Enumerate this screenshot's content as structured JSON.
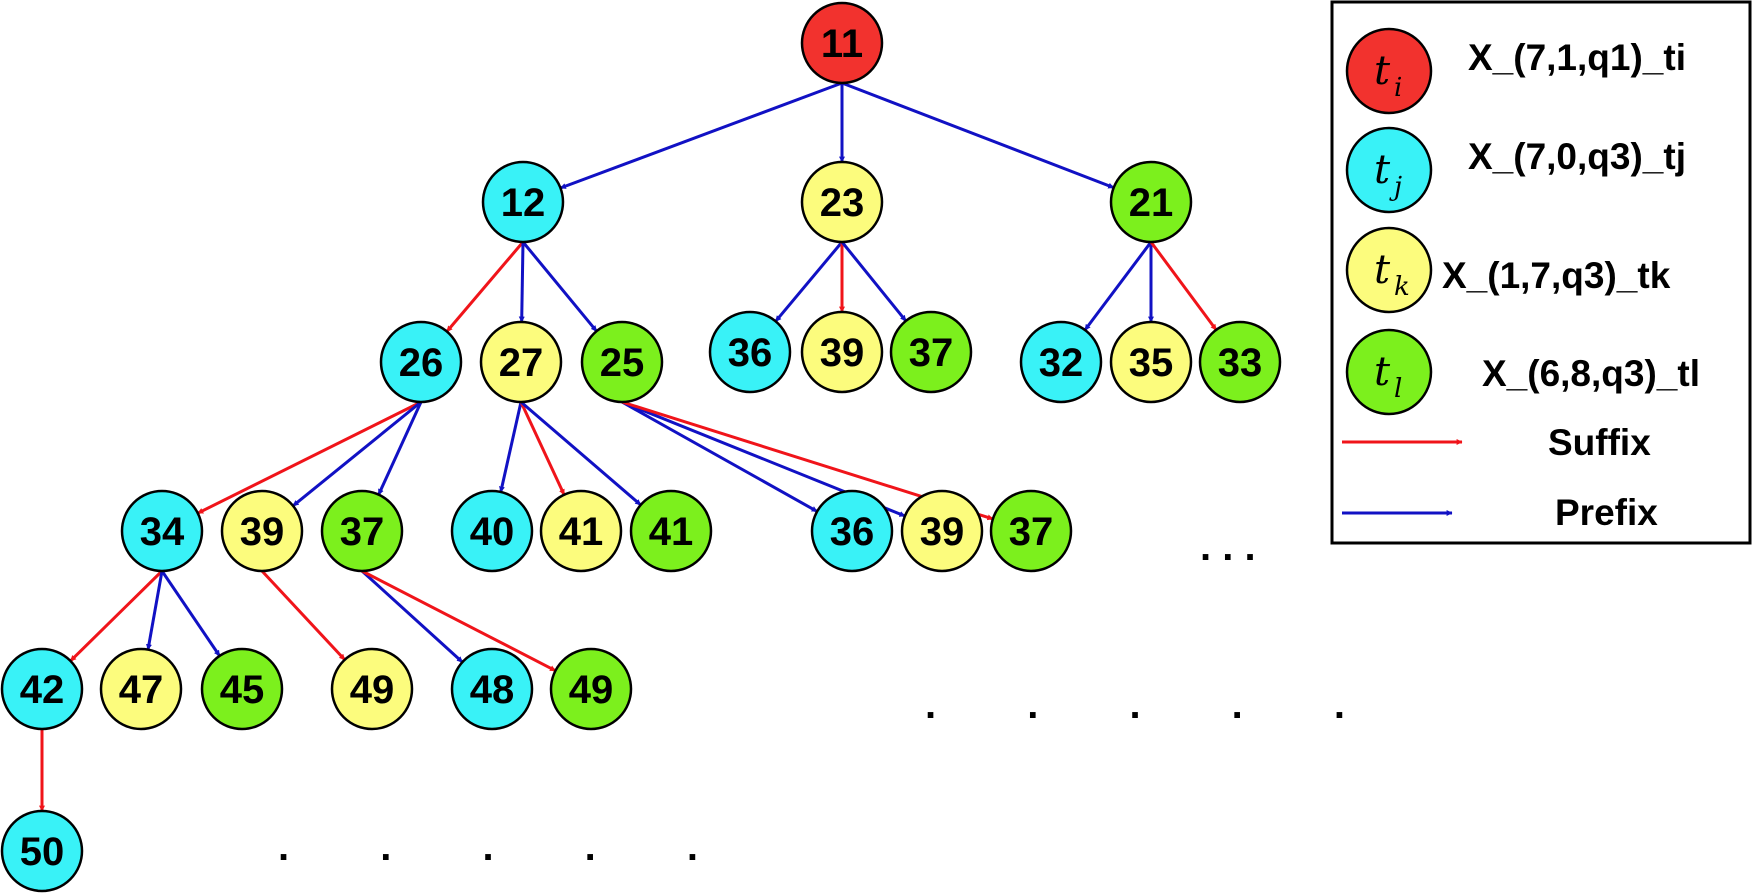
{
  "colors": {
    "ti": "#f2322e",
    "tj": "#39f2f7",
    "tk": "#fcfc7d",
    "tl": "#7cf01d",
    "suffix": "#f0141a",
    "prefix": "#1111c4",
    "stroke": "#000000"
  },
  "nodes": [
    {
      "id": "n11",
      "label": "11",
      "type": "ti"
    },
    {
      "id": "n12",
      "label": "12",
      "type": "tj"
    },
    {
      "id": "n23",
      "label": "23",
      "type": "tk"
    },
    {
      "id": "n21",
      "label": "21",
      "type": "tl"
    },
    {
      "id": "n26",
      "label": "26",
      "type": "tj"
    },
    {
      "id": "n27",
      "label": "27",
      "type": "tk"
    },
    {
      "id": "n25",
      "label": "25",
      "type": "tl"
    },
    {
      "id": "n36a",
      "label": "36",
      "type": "tj"
    },
    {
      "id": "n39a",
      "label": "39",
      "type": "tk"
    },
    {
      "id": "n37a",
      "label": "37",
      "type": "tl"
    },
    {
      "id": "n32",
      "label": "32",
      "type": "tj"
    },
    {
      "id": "n35",
      "label": "35",
      "type": "tk"
    },
    {
      "id": "n33",
      "label": "33",
      "type": "tl"
    },
    {
      "id": "n34",
      "label": "34",
      "type": "tj"
    },
    {
      "id": "n39b",
      "label": "39",
      "type": "tk"
    },
    {
      "id": "n37b",
      "label": "37",
      "type": "tl"
    },
    {
      "id": "n40",
      "label": "40",
      "type": "tj"
    },
    {
      "id": "n41a",
      "label": "41",
      "type": "tk"
    },
    {
      "id": "n41b",
      "label": "41",
      "type": "tl"
    },
    {
      "id": "n36b",
      "label": "36",
      "type": "tj"
    },
    {
      "id": "n39c",
      "label": "39",
      "type": "tk"
    },
    {
      "id": "n37c",
      "label": "37",
      "type": "tl"
    },
    {
      "id": "n42",
      "label": "42",
      "type": "tj"
    },
    {
      "id": "n47",
      "label": "47",
      "type": "tk"
    },
    {
      "id": "n45",
      "label": "45",
      "type": "tl"
    },
    {
      "id": "n49a",
      "label": "49",
      "type": "tk"
    },
    {
      "id": "n48",
      "label": "48",
      "type": "tj"
    },
    {
      "id": "n49b",
      "label": "49",
      "type": "tl"
    },
    {
      "id": "n50",
      "label": "50",
      "type": "tj"
    }
  ],
  "edges": [
    {
      "from": "n11",
      "to": "n12",
      "kind": "prefix"
    },
    {
      "from": "n11",
      "to": "n23",
      "kind": "prefix"
    },
    {
      "from": "n11",
      "to": "n21",
      "kind": "prefix"
    },
    {
      "from": "n12",
      "to": "n26",
      "kind": "suffix"
    },
    {
      "from": "n12",
      "to": "n27",
      "kind": "prefix"
    },
    {
      "from": "n12",
      "to": "n25",
      "kind": "prefix"
    },
    {
      "from": "n23",
      "to": "n36a",
      "kind": "prefix"
    },
    {
      "from": "n23",
      "to": "n39a",
      "kind": "suffix"
    },
    {
      "from": "n23",
      "to": "n37a",
      "kind": "prefix"
    },
    {
      "from": "n21",
      "to": "n32",
      "kind": "prefix"
    },
    {
      "from": "n21",
      "to": "n35",
      "kind": "prefix"
    },
    {
      "from": "n21",
      "to": "n33",
      "kind": "suffix"
    },
    {
      "from": "n26",
      "to": "n34",
      "kind": "suffix"
    },
    {
      "from": "n26",
      "to": "n39b",
      "kind": "prefix"
    },
    {
      "from": "n26",
      "to": "n37b",
      "kind": "prefix"
    },
    {
      "from": "n27",
      "to": "n40",
      "kind": "prefix"
    },
    {
      "from": "n27",
      "to": "n41a",
      "kind": "suffix"
    },
    {
      "from": "n27",
      "to": "n41b",
      "kind": "prefix"
    },
    {
      "from": "n25",
      "to": "n36b",
      "kind": "prefix"
    },
    {
      "from": "n25",
      "to": "n39c",
      "kind": "prefix"
    },
    {
      "from": "n25",
      "to": "n37c",
      "kind": "suffix"
    },
    {
      "from": "n34",
      "to": "n42",
      "kind": "suffix"
    },
    {
      "from": "n34",
      "to": "n47",
      "kind": "prefix"
    },
    {
      "from": "n34",
      "to": "n45",
      "kind": "prefix"
    },
    {
      "from": "n39b",
      "to": "n49a",
      "kind": "suffix"
    },
    {
      "from": "n37b",
      "to": "n48",
      "kind": "prefix"
    },
    {
      "from": "n37b",
      "to": "n49b",
      "kind": "suffix"
    },
    {
      "from": "n42",
      "to": "n50",
      "kind": "suffix"
    }
  ],
  "continuation_marks": [
    ". . .",
    ". . . . .",
    ". . . . ."
  ],
  "legend": {
    "items": [
      {
        "symbol": "t",
        "sub": "i",
        "type": "ti",
        "label": "X_(7,1,q1)_ti"
      },
      {
        "symbol": "t",
        "sub": "j",
        "type": "tj",
        "label": "X_(7,0,q3)_tj"
      },
      {
        "symbol": "t",
        "sub": "k",
        "type": "tk",
        "label": "X_(1,7,q3)_tk"
      },
      {
        "symbol": "t",
        "sub": "l",
        "type": "tl",
        "label": "X_(6,8,q3)_tl"
      }
    ],
    "suffix_label": "Suffix",
    "prefix_label": "Prefix"
  }
}
